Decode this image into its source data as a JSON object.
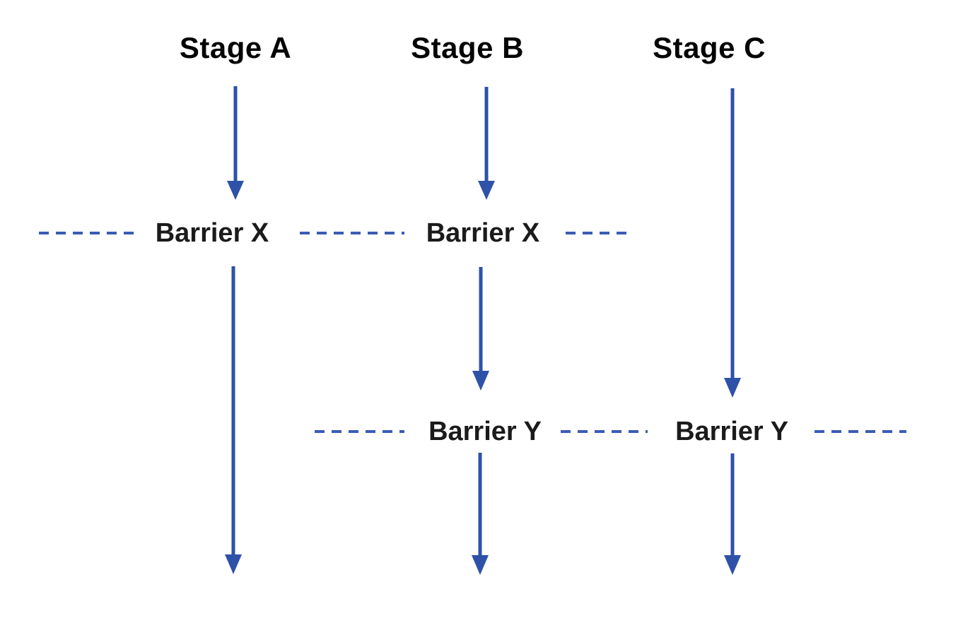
{
  "diagram": {
    "stages": [
      {
        "id": "A",
        "label": "Stage A"
      },
      {
        "id": "B",
        "label": "Stage B"
      },
      {
        "id": "C",
        "label": "Stage C"
      }
    ],
    "barrier_labels": [
      {
        "text": "Barrier X",
        "column": "A",
        "row": 1
      },
      {
        "text": "Barrier X",
        "column": "B",
        "row": 1
      },
      {
        "text": "Barrier Y",
        "column": "B",
        "row": 2
      },
      {
        "text": "Barrier Y",
        "column": "C",
        "row": 2
      }
    ],
    "flow": [
      {
        "stage": "A",
        "passes_barriers": [
          "Barrier X"
        ]
      },
      {
        "stage": "B",
        "passes_barriers": [
          "Barrier X",
          "Barrier Y"
        ]
      },
      {
        "stage": "C",
        "passes_barriers": [
          "Barrier Y"
        ]
      }
    ]
  },
  "colors": {
    "arrow": "#2e52a8",
    "dash": "#3a5cb4",
    "stage_text": "#050505",
    "barrier_text": "#1b1b1b",
    "background": "#ffffff"
  }
}
